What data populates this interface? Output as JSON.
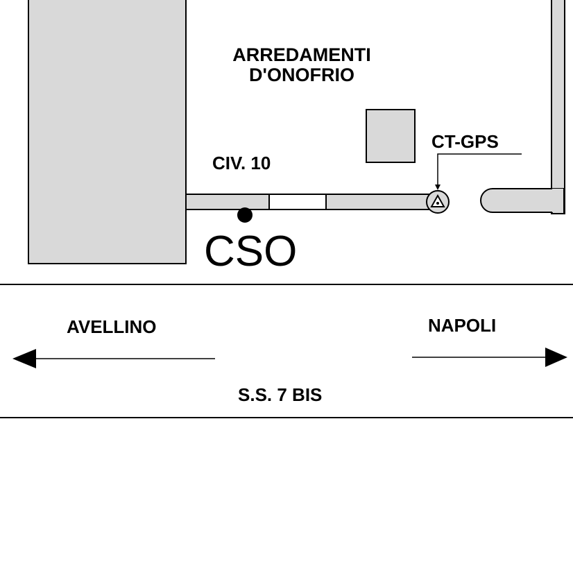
{
  "labels": {
    "building_name_line1": "ARREDAMENTI",
    "building_name_line2": "D'ONOFRIO",
    "civic_number": "CIV. 10",
    "gps_point": "CT-GPS",
    "cso": "CSO",
    "direction_left": "AVELLINO",
    "direction_right": "NAPOLI",
    "road_name": "S.S. 7 BIS"
  },
  "colors": {
    "building_fill": "#d9d9d9",
    "line": "#000000",
    "background": "#ffffff"
  }
}
